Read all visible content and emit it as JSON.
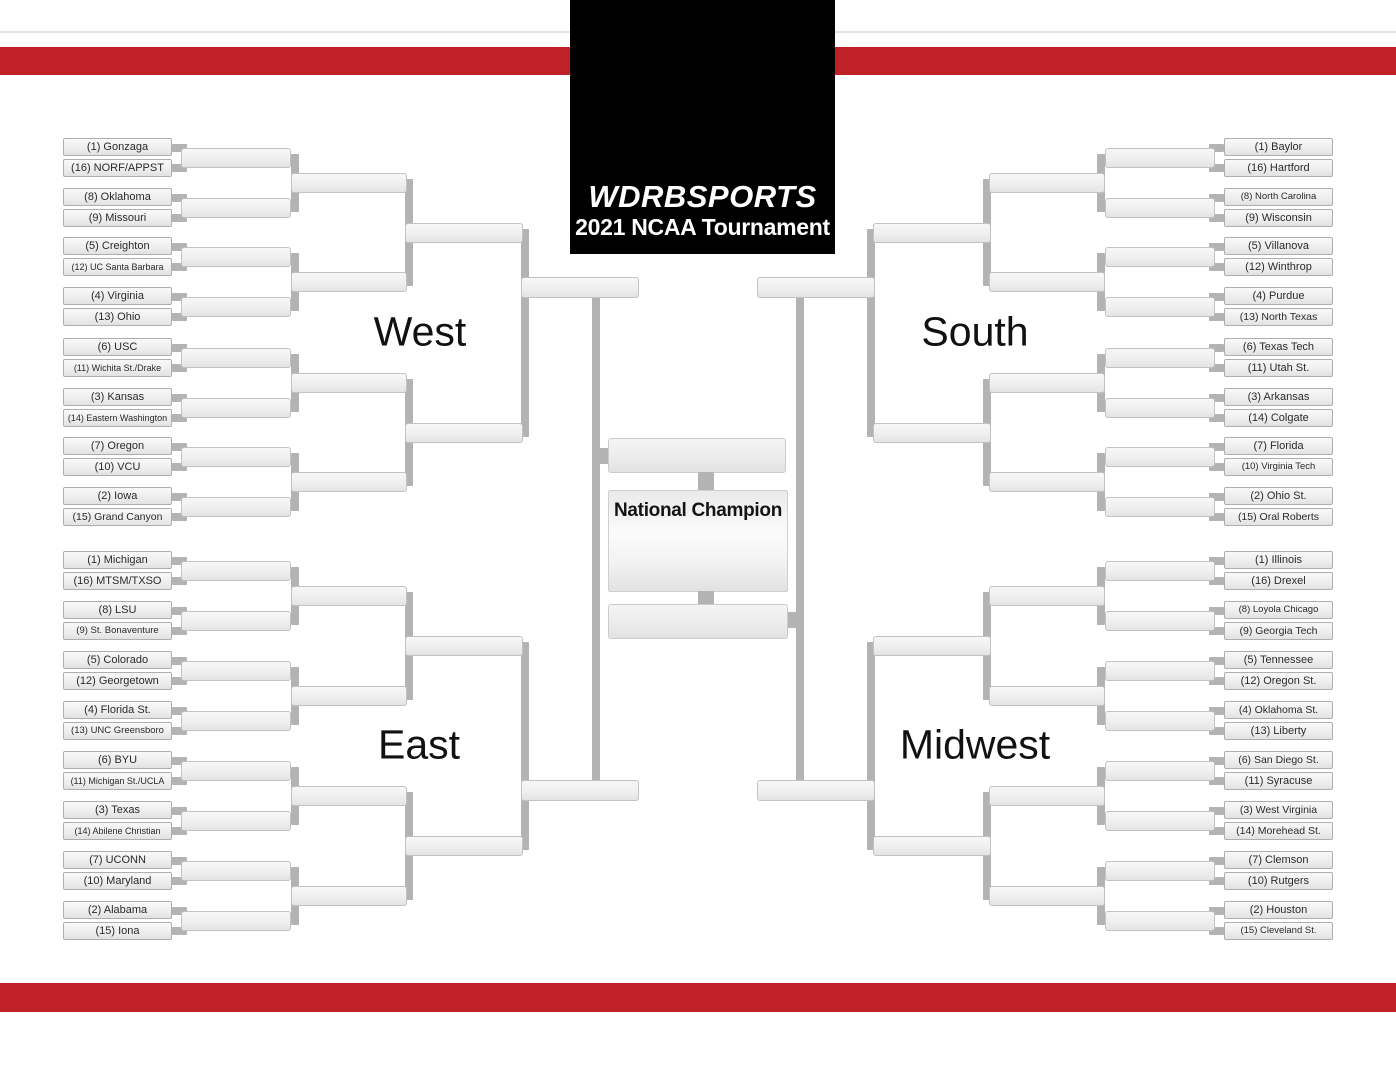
{
  "branding": {
    "logo_bold": "WDRB",
    "logo_rest": "SPORTS",
    "logo_subtitle": "2021 NCAA Tournament",
    "logo_bg": "#000000",
    "accent_red": "#c02128"
  },
  "champion": {
    "label": "National Champion"
  },
  "regions": [
    {
      "name": "West",
      "side": "left",
      "half": "top",
      "teams": [
        "(1) Gonzaga",
        "(16) NORF/APPST",
        "(8) Oklahoma",
        "(9) Missouri",
        "(5) Creighton",
        "(12) UC Santa Barbara",
        "(4) Virginia",
        "(13) Ohio",
        "(6) USC",
        "(11) Wichita St./Drake",
        "(3) Kansas",
        "(14) Eastern Washington",
        "(7) Oregon",
        "(10) VCU",
        "(2) Iowa",
        "(15) Grand Canyon"
      ]
    },
    {
      "name": "East",
      "side": "left",
      "half": "bottom",
      "teams": [
        "(1) Michigan",
        "(16) MTSM/TXSO",
        "(8) LSU",
        "(9) St. Bonaventure",
        "(5) Colorado",
        "(12) Georgetown",
        "(4) Florida St.",
        "(13) UNC Greensboro",
        "(6) BYU",
        "(11) Michigan St./UCLA",
        "(3) Texas",
        "(14) Abilene Christian",
        "(7) UCONN",
        "(10) Maryland",
        "(2) Alabama",
        "(15) Iona"
      ]
    },
    {
      "name": "South",
      "side": "right",
      "half": "top",
      "teams": [
        "(1) Baylor",
        "(16) Hartford",
        "(8) North Carolina",
        "(9) Wisconsin",
        "(5) Villanova",
        "(12) Winthrop",
        "(4) Purdue",
        "(13) North Texas",
        "(6) Texas Tech",
        "(11) Utah St.",
        "(3) Arkansas",
        "(14) Colgate",
        "(7) Florida",
        "(10) Virginia Tech",
        "(2) Ohio St.",
        "(15) Oral Roberts"
      ]
    },
    {
      "name": "Midwest",
      "side": "right",
      "half": "bottom",
      "teams": [
        "(1) Illinois",
        "(16) Drexel",
        "(8) Loyola Chicago",
        "(9) Georgia Tech",
        "(5) Tennessee",
        "(12) Oregon St.",
        "(4) Oklahoma St.",
        "(13) Liberty",
        "(6) San Diego St.",
        "(11) Syracuse",
        "(3) West Virginia",
        "(14) Morehead St.",
        "(7) Clemson",
        "(10) Rutgers",
        "(2) Houston",
        "(15) Cleveland St."
      ]
    }
  ]
}
